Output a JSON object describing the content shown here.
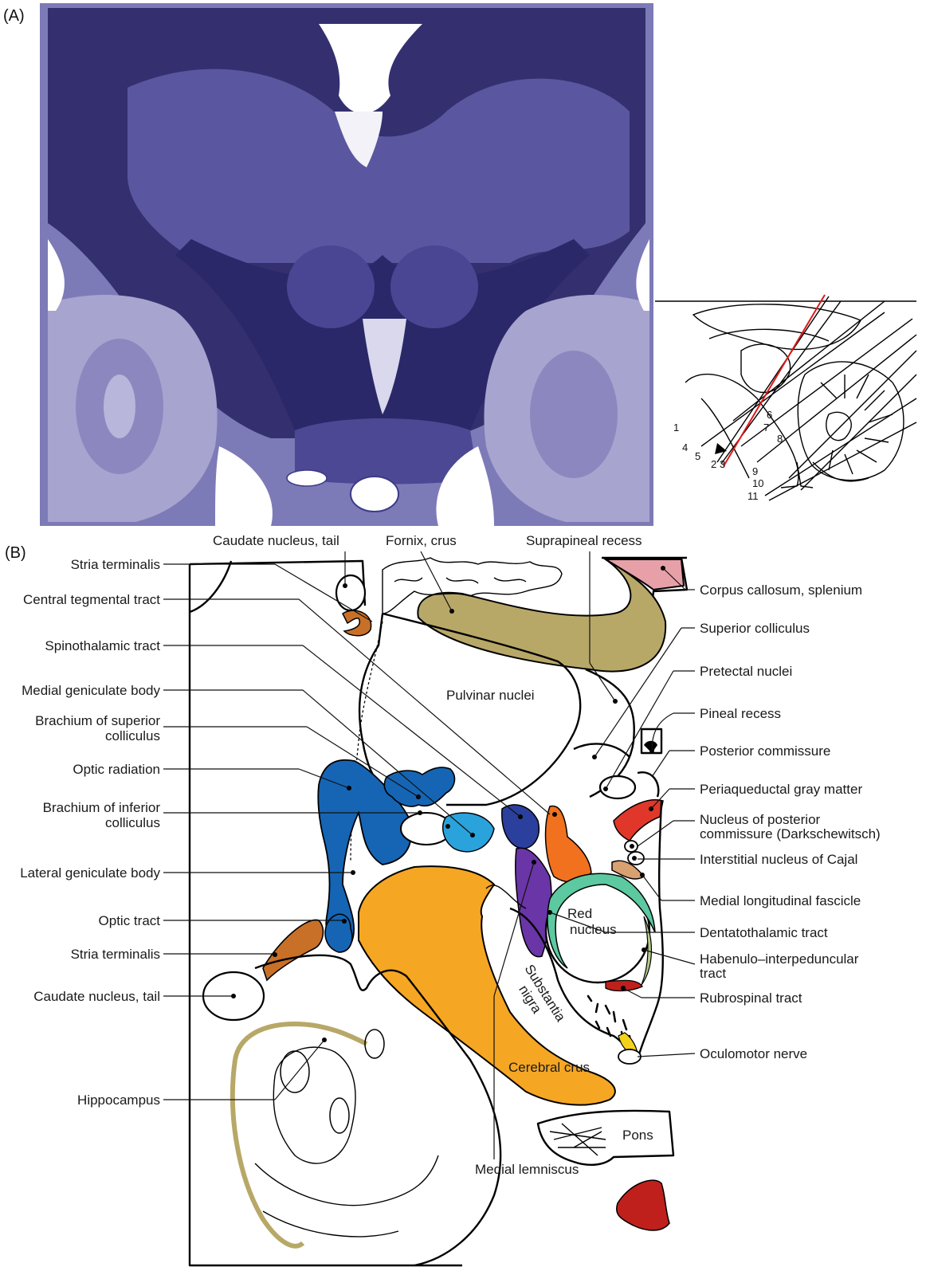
{
  "panel_a": {
    "label": "(A)",
    "inset_numbers": [
      "1",
      "2",
      "3",
      "4",
      "5",
      "6",
      "7",
      "8",
      "9",
      "10",
      "11"
    ]
  },
  "panel_b": {
    "label": "(B)",
    "left_labels": [
      {
        "id": "stria-terminalis-top",
        "lines": [
          "Stria terminalis"
        ]
      },
      {
        "id": "central-tegmental-tract",
        "lines": [
          "Central tegmental tract"
        ]
      },
      {
        "id": "spinothalamic-tract",
        "lines": [
          "Spinothalamic tract"
        ]
      },
      {
        "id": "medial-geniculate-body",
        "lines": [
          "Medial geniculate body"
        ]
      },
      {
        "id": "brachium-superior-colliculus",
        "lines": [
          "Brachium of superior",
          "colliculus"
        ]
      },
      {
        "id": "optic-radiation",
        "lines": [
          "Optic radiation"
        ]
      },
      {
        "id": "brachium-inferior-colliculus",
        "lines": [
          "Brachium of inferior",
          "colliculus"
        ]
      },
      {
        "id": "lateral-geniculate-body",
        "lines": [
          "Lateral geniculate body"
        ]
      },
      {
        "id": "optic-tract",
        "lines": [
          "Optic tract"
        ]
      },
      {
        "id": "stria-terminalis-bottom",
        "lines": [
          "Stria terminalis"
        ]
      },
      {
        "id": "caudate-nucleus-tail-left",
        "lines": [
          "Caudate nucleus, tail"
        ]
      },
      {
        "id": "hippocampus",
        "lines": [
          "Hippocampus"
        ]
      }
    ],
    "top_labels": [
      {
        "id": "caudate-nucleus-tail-top",
        "text": "Caudate nucleus, tail"
      },
      {
        "id": "fornix-crus",
        "text": "Fornix, crus"
      },
      {
        "id": "suprapineal-recess",
        "text": "Suprapineal recess"
      }
    ],
    "right_labels": [
      {
        "id": "corpus-callosum-splenium",
        "lines": [
          "Corpus callosum, splenium"
        ]
      },
      {
        "id": "superior-colliculus",
        "lines": [
          "Superior colliculus"
        ]
      },
      {
        "id": "pretectal-nuclei",
        "lines": [
          "Pretectal nuclei"
        ]
      },
      {
        "id": "pineal-recess",
        "lines": [
          "Pineal recess"
        ]
      },
      {
        "id": "posterior-commissure",
        "lines": [
          "Posterior commissure"
        ]
      },
      {
        "id": "periaqueductal-gray",
        "lines": [
          "Periaqueductal gray matter"
        ]
      },
      {
        "id": "nucleus-posterior-commissure",
        "lines": [
          "Nucleus of posterior",
          "commissure (Darkschewitsch)"
        ]
      },
      {
        "id": "interstitial-nucleus-cajal",
        "lines": [
          "Interstitial nucleus of Cajal"
        ]
      },
      {
        "id": "medial-longitudinal-fascicle",
        "lines": [
          "Medial longitudinal fascicle"
        ]
      },
      {
        "id": "dentatothalamic-tract",
        "lines": [
          "Dentatothalamic tract"
        ]
      },
      {
        "id": "habenulo-interpeduncular-tract",
        "lines": [
          "Habenulo–interpeduncular",
          "tract"
        ]
      },
      {
        "id": "rubrospinal-tract",
        "lines": [
          "Rubrospinal tract"
        ]
      },
      {
        "id": "oculomotor-nerve",
        "lines": [
          "Oculomotor nerve"
        ]
      }
    ],
    "bottom_labels": [
      {
        "id": "medial-lemniscus",
        "text": "Medial lemniscus"
      }
    ],
    "inline_labels": {
      "pulvinar": "Pulvinar nuclei",
      "red_nucleus": [
        "Red",
        "nucleus"
      ],
      "substantia_nigra": [
        "Substantia",
        "nigra"
      ],
      "cerebral_crus": "Cerebral crus",
      "pons": "Pons"
    }
  },
  "colors": {
    "stain": "#3c3a86",
    "optic_blue": "#1565b4",
    "light_blue": "#2aa3dc",
    "navy": "#2b3f9c",
    "purple": "#6a35a6",
    "orange_bright": "#f2711e",
    "crus_orange": "#f5a623",
    "teal": "#5cc9a0",
    "red": "#e0372a",
    "dark_red": "#c0201c",
    "brown": "#c87028",
    "tan": "#b8a868",
    "pink": "#e7a0a8",
    "yellow": "#f3d21c"
  }
}
